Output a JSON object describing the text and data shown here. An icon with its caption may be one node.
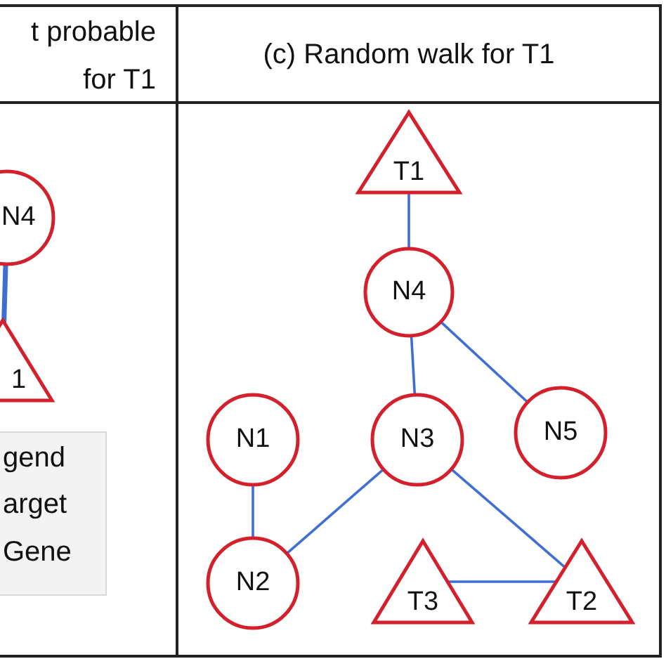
{
  "diagram": {
    "nodes": [
      {
        "text": [
          "N4"
        ]
      },
      {
        "text": [
          "1"
        ]
      },
      {
        "text": [
          "(c) Random walk for T1"
        ]
      },
      {
        "text": [
          "T1"
        ],
        "in": 2
      },
      {
        "text": [
          "N4"
        ],
        "in": 2
      },
      {
        "text": [
          "N1"
        ],
        "in": 2
      },
      {
        "text": [
          "N3"
        ],
        "in": 2
      },
      {
        "text": [
          "N5"
        ],
        "in": 2
      },
      {
        "text": [
          "N2"
        ],
        "in": 2
      },
      {
        "text": [
          "T3"
        ],
        "in": 2
      },
      {
        "text": [
          "T2"
        ],
        "in": 2
      }
    ],
    "edges": [
      {
        "from": 0,
        "to": 1,
        "arrow": "none",
        "style": "thick"
      },
      {
        "from": 3,
        "to": 4,
        "arrow": "none"
      },
      {
        "from": 4,
        "to": 6,
        "arrow": "none"
      },
      {
        "from": 4,
        "to": 7,
        "arrow": "none"
      },
      {
        "from": 5,
        "to": 8,
        "arrow": "none"
      },
      {
        "from": 6,
        "to": 8,
        "arrow": "none"
      },
      {
        "from": 6,
        "to": 10,
        "arrow": "none"
      },
      {
        "from": 9,
        "to": 10,
        "arrow": "none"
      }
    ],
    "labels": [
      "t probable for T1",
      "gend",
      "arget",
      "Gene"
    ]
  }
}
